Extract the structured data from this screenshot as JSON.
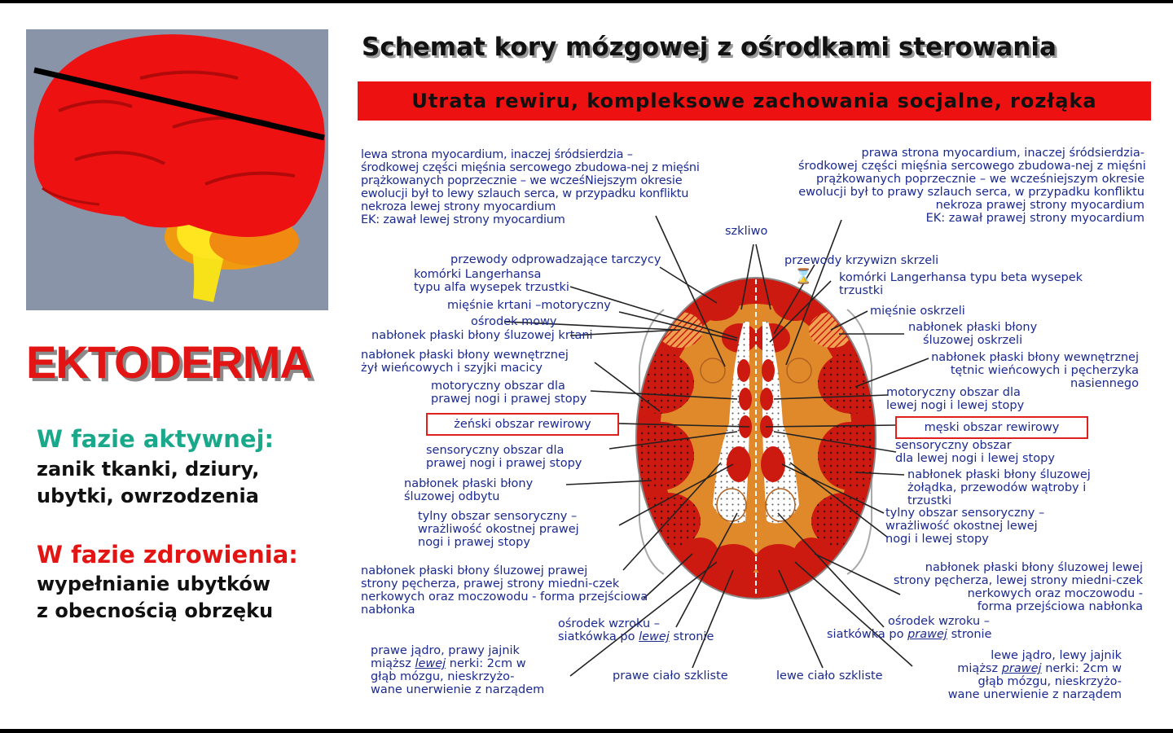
{
  "left_panel": {
    "title": "EKTODERMA",
    "active_phase": {
      "title": "W fazie aktywnej:",
      "lines": [
        "zanik tkanki, dziury,",
        "ubytki, owrzodzenia"
      ]
    },
    "healing_phase": {
      "title": "W fazie zdrowienia:",
      "lines": [
        "wypełnianie ubytków",
        "z obecnością obrzęku"
      ]
    }
  },
  "header": {
    "title": "Schemat kory mózgowej z ośrodkami sterowania",
    "banner": "Utrata rewiru, kompleksowe zachowania socjalne, rozłąka"
  },
  "labels": {
    "left_myo": [
      "lewa strona myocardium, inaczej śródsierdzia –",
      "środkowej części mięśnia sercowego  zbudowa-nej z mięśni",
      "prążkowanych  poprzecznie  –  we  wcześNiejszym  okresie",
      "ewolucji  był  to  lewy  szlauch  serca,  w  przypadku  konfliktu",
      "nekroza lewej strony myocardium",
      "EK: zawał lewej strony myocardium"
    ],
    "right_myo": [
      "prawa strona myocardium, inaczej śródsierdzia-",
      "środkowej części mięśnia sercowego zbudowa-nej z mięśni",
      "prążkowanych poprzecznie – we wcześniejszym okresie",
      "ewolucji był to prawy szlauch serca, w przypadku konfliktu",
      "nekroza prawej strony myocardium",
      "EK: zawał prawej strony myocardium"
    ],
    "szkliwo": "szkliwo",
    "przewody_tarczycy": "przewody odprowadzające tarczycy",
    "komorki_alfa": [
      "komórki Langerhansa",
      "typu alfa wysepek trzustki"
    ],
    "miesnie_krtani": "mięśnie krtani –motoryczny",
    "osrodek_mowy": "ośrodek mowy",
    "nablonek_krtani": "nabłonek płaski błony śluzowej krtani",
    "nablonek_zyl": [
      "nabłonek płaski błony wewnętrznej",
      "żył wieńcowych i szyjki macicy"
    ],
    "motor_prawej": [
      "motoryczny obszar dla",
      "prawej nogi i prawej stopy"
    ],
    "zenski": "żeński obszar rewirowy",
    "sensor_prawej": [
      "sensoryczny obszar dla",
      "prawej  nogi i prawej stopy"
    ],
    "nablonek_odbytu": [
      "nabłonek płaski błony",
      "śluzowej odbytu"
    ],
    "tylny_prawej": [
      "tylny obszar sensoryczny –",
      "wrażliwość okostnej prawej",
      "nogi i prawej stopy"
    ],
    "nablonek_pecherza_prawej": [
      "nabłonek płaski błony śluzowej prawej",
      "strony pęcherza, prawej strony miedni-czek",
      "nerkowych oraz moczowodu -  forma przejściowa",
      "nabłonka"
    ],
    "wzrok_lewej": [
      "ośrodek wzroku –",
      "siatkówka po ",
      "lewej",
      " stronie"
    ],
    "prawe_jadro": [
      "prawe jądro, prawy jajnik",
      "miąższ ",
      "lewej",
      " nerki: 2cm w",
      "głąb mózgu, nieskrzyżo-",
      "wane unerwienie z narządem"
    ],
    "prawe_cialo": "prawe ciało szkliste",
    "lewe_cialo": "lewe ciało szkliste",
    "przewody_skrzeli": "przewody krzywizn skrzeli",
    "komorki_beta": [
      "komórki Langerhansa typu beta wysepek",
      "trzustki"
    ],
    "miesnie_oskrzeli": "mięśnie oskrzeli",
    "nablonek_oskrzeli": [
      "nabłonek płaski błony",
      "śluzowej oskrzeli"
    ],
    "nablonek_tetnic": [
      "nabłonek płaski błony wewnętrznej",
      "tętnic wieńcowych i pęcherzyka",
      "nasiennego"
    ],
    "motor_lewej": [
      "motoryczny obszar dla",
      "lewej nogi i lewej stopy"
    ],
    "meski": "męski obszar rewirowy",
    "sensor_lewej": [
      "sensoryczny obszar",
      "dla lewej nogi i lewej stopy"
    ],
    "nablonek_zoladka": [
      "nabłonek płaski błony śluzowej",
      "żołądka, przewodów wątroby i",
      "trzustki"
    ],
    "tylny_lewej": [
      "tylny obszar sensoryczny –",
      "wrażliwość okostnej lewej",
      "nogi i lewej stopy"
    ],
    "nablonek_pecherza_lewej": [
      "nabłonek płaski błony śluzowej lewej",
      "strony pęcherza, lewej strony miedni-czek",
      "nerkowych oraz moczowodu -",
      "forma przejściowa nabłonka"
    ],
    "wzrok_prawej": [
      "ośrodek wzroku –",
      "siatkówka po ",
      "prawej",
      " stronie"
    ],
    "lewe_jadro": [
      "lewe jądro, lewy jajnik",
      "miąższ ",
      "prawej",
      " nerki: 2cm w",
      "głąb mózgu, nieskrzyżo-",
      "wane unerwienie z narządem"
    ]
  },
  "colors": {
    "banner_red": "#ee1111",
    "title_red": "#e31414",
    "active_green": "#1aa88a",
    "label_blue": "#1b2a8f",
    "cortex_dark_red": "#cc1a10",
    "cortex_orange": "#e0892a",
    "brain_bg": "#8a94a8"
  }
}
